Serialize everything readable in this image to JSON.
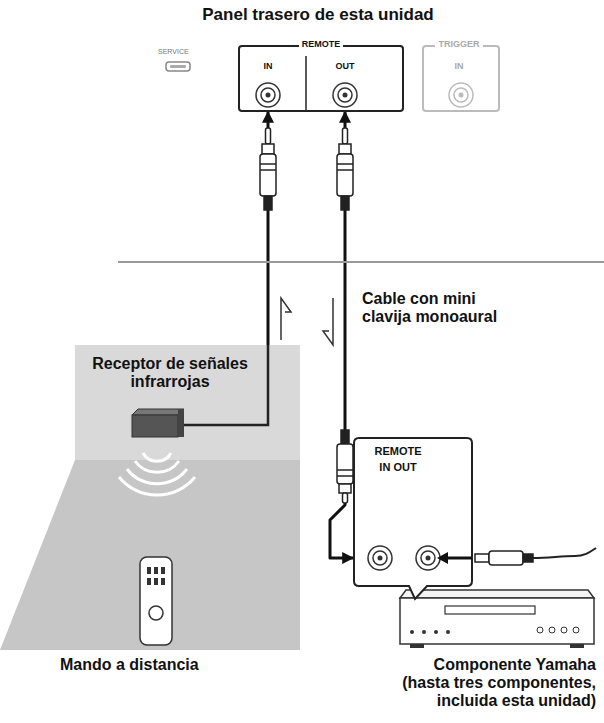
{
  "diagram": {
    "title": "Panel trasero de esta unidad",
    "nodes": [
      {
        "text": [
          "REMOTE",
          "IN",
          "OUT"
        ]
      },
      {
        "text": [
          "TRIGGER",
          "IN"
        ]
      },
      {
        "text": [
          "Receptor de señales infrarrojas"
        ]
      },
      {
        "text": [
          "REMOTE",
          "IN OUT"
        ]
      }
    ],
    "edges": [
      {
        "from": 2,
        "to": 0,
        "arrow": "to"
      },
      {
        "from": 0,
        "to": 3,
        "arrow": "both"
      }
    ],
    "labels": [
      "SERVICE",
      "Cable con mini clavija monoaural",
      "Mando a distancia",
      "Componente Yamaha (hasta tres componentes, incluida esta unidad)"
    ]
  }
}
